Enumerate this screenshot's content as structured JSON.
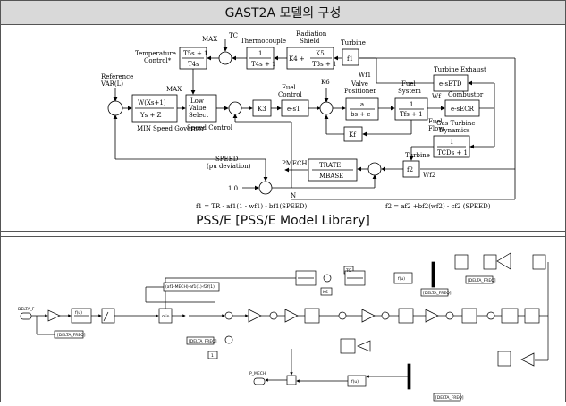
{
  "title": "GAST2A 모델의 구성",
  "caption": "PSS/E [PSS/E Model Library]",
  "psse": {
    "b1_num": "W(Xs+1)",
    "b1_den": "Ys + Z",
    "b1_top": "MAX",
    "b1_bot": "MIN",
    "b1_name": "Speed Governor",
    "ref_label": "Reference",
    "ref_label2": "VAR(L)",
    "lvs1": "Low",
    "lvs2": "Value",
    "lvs3": "Select",
    "speed_control": "Speed Control",
    "tc_num": "T5s + 1",
    "tc_den": "T4s",
    "tc_max": "MAX",
    "tc_label": "Temperature",
    "tc_label2": "Control*",
    "tc": "TC",
    "thermo_label": "Thermocouple",
    "thermo_num": "1",
    "thermo_den": "T4s + 1",
    "rad_label": "Radiation",
    "rad_label2": "Shield",
    "rad_expr": "K4 + ",
    "rad_num": "K5",
    "rad_den": "T3s + 1",
    "turb1_label": "Turbine",
    "f1": "f1",
    "wf1": "Wf1",
    "k3": "K3",
    "fc_label": "Fuel",
    "fc_label2": "Control",
    "fc_block": "e-sT",
    "k6": "K6",
    "vp_label": "Valve",
    "vp_label2": "Positioner",
    "vp_num": "a",
    "vp_den": "bs + c",
    "fs_label": "Fuel",
    "fs_label2": "System",
    "fs_num": "1",
    "fs_den": "Tfs + 1",
    "wf_label": "Wf",
    "ff1": "Fuel",
    "ff2": "Flow",
    "comb_label": "Combustor",
    "comb_block": "e-sECR",
    "exh_label": "Turbine Exhaust",
    "exh_block": "e-sETD",
    "kf": "Kf",
    "gtd_label": "Gas Turbine",
    "gtd_label2": "Dynamics",
    "gtd_num": "1",
    "gtd_den": "TCDs + 1",
    "turb2_label": "Turbine",
    "f2": "f2",
    "wf2": "Wf2",
    "pmech": "PMECH",
    "trate": "TRATE",
    "mbase": "MBASE",
    "speed_label": "SPEED",
    "speed_label2": "(pu deviation)",
    "one": "1.0",
    "n": "N",
    "eq1": "f1 = TR - af1(1 - wf1) - bf1(SPEED)",
    "eq2": "f2 = af2 +bf2(wf2) - cf2 (SPEED)"
  },
  "sim": {
    "delta_f": "DELTA_F",
    "delta_freq": "[DELTA_FREQ]",
    "tc": "TC",
    "fcn_expr": "(af1-MECH)-af1(1)-f2f(1)",
    "pmech": "P_MECH",
    "fcn": "f(u)",
    "min": "min",
    "k6": "K6",
    "one": "1"
  }
}
